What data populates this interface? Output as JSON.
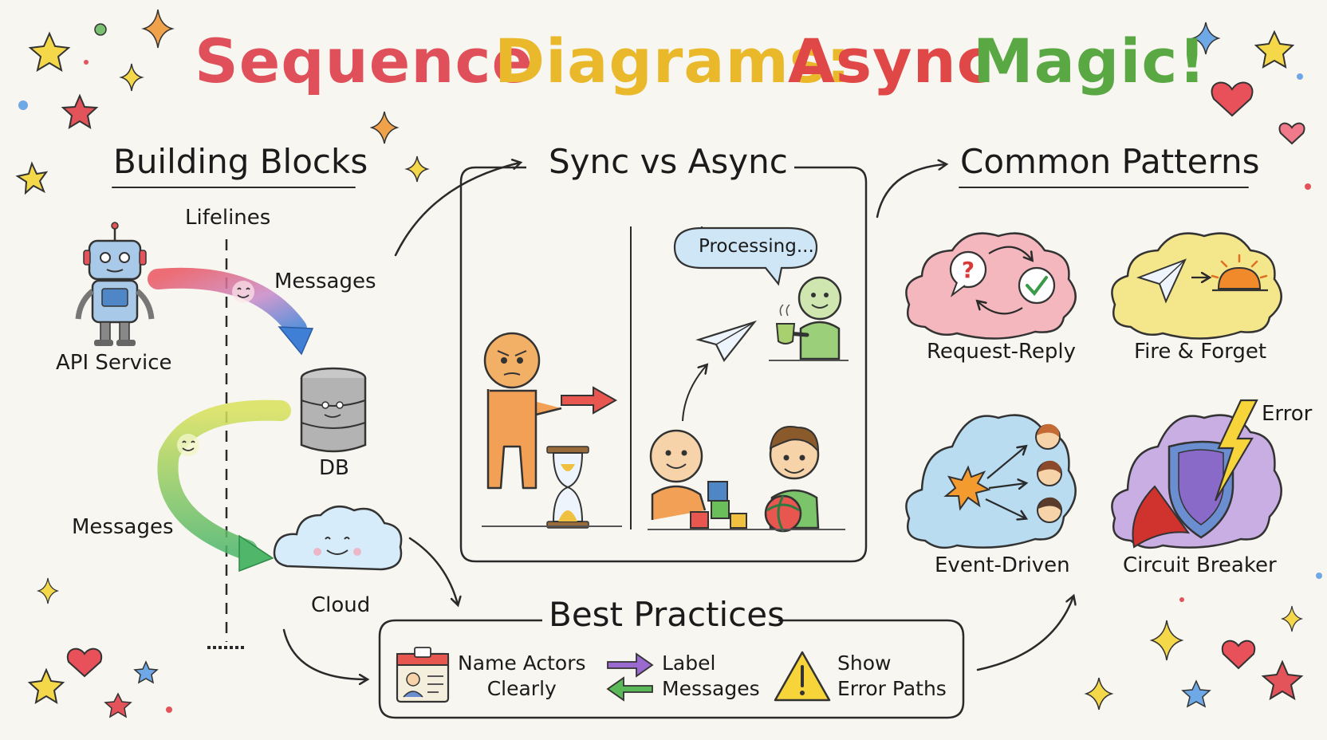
{
  "title": {
    "words": [
      {
        "text": "Sequence",
        "color": "#e0505a"
      },
      {
        "text": "Diagrams:",
        "color": "#e9b92b"
      },
      {
        "text": "Async",
        "color": "#e04848"
      },
      {
        "text": "Magic!",
        "color": "#5aa844"
      }
    ]
  },
  "building_blocks": {
    "heading": "Building Blocks",
    "lifelines_label": "Lifelines",
    "messages_label_1": "Messages",
    "messages_label_2": "Messages",
    "api_label": "API Service",
    "db_label": "DB",
    "cloud_label": "Cloud"
  },
  "sync_async": {
    "heading": "Sync vs Async",
    "bubble_text": "Processing..."
  },
  "common_patterns": {
    "heading": "Common Patterns",
    "items": [
      {
        "label": "Request-Reply",
        "color": "#f3b7bd"
      },
      {
        "label": "Fire & Forget",
        "color": "#f4e68a"
      },
      {
        "label": "Event-Driven",
        "color": "#b9dcf0"
      },
      {
        "label": "Circuit Breaker",
        "color": "#c8aee3"
      }
    ],
    "error_label": "Error"
  },
  "best_practices": {
    "heading": "Best Practices",
    "items": [
      {
        "line1": "Name Actors",
        "line2": "Clearly"
      },
      {
        "line1": "Label",
        "line2": "Messages"
      },
      {
        "line1": "Show",
        "line2": "Error Paths"
      }
    ]
  }
}
